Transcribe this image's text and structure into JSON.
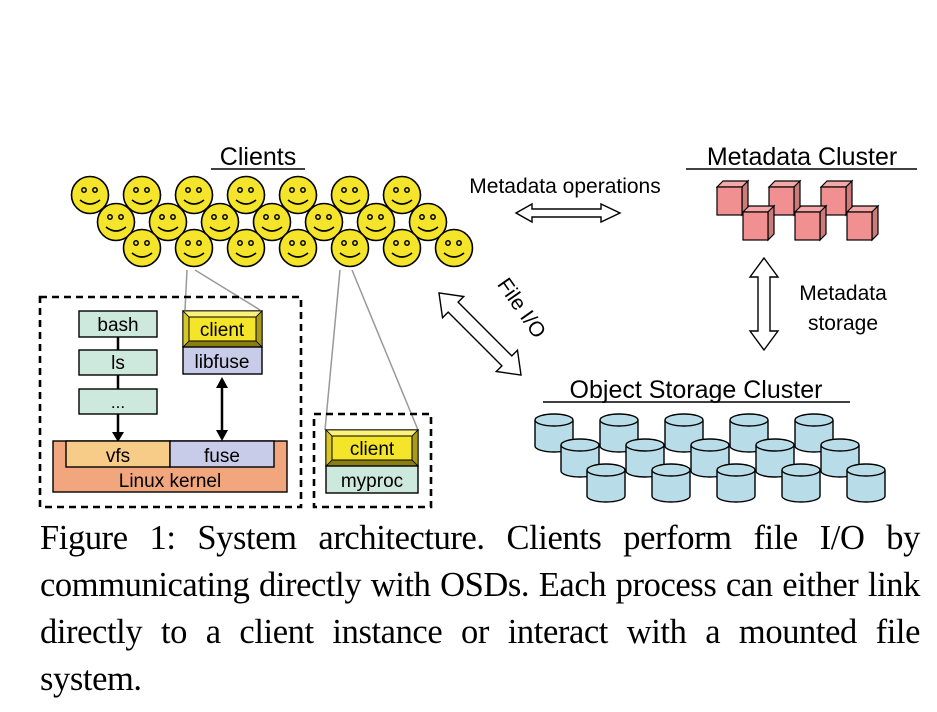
{
  "clients": {
    "title": "Clients",
    "face_color": "#f5e52a",
    "rows": [
      7,
      7,
      7
    ]
  },
  "metadata_cluster": {
    "title": "Metadata Cluster",
    "cube_color": "#f09090",
    "cube_count": 6
  },
  "object_storage_cluster": {
    "title": "Object Storage Cluster",
    "disk_color": "#b8dde8",
    "rows": [
      5,
      5,
      5
    ]
  },
  "arrows": {
    "metadata_operations": "Metadata operations",
    "file_io": "File I/O",
    "metadata_storage_line1": "Metadata",
    "metadata_storage_line2": "storage"
  },
  "host_box": {
    "bash": "bash",
    "ls": "ls",
    "ellipsis": "...",
    "client": "client",
    "libfuse": "libfuse",
    "vfs": "vfs",
    "fuse": "fuse",
    "kernel": "Linux kernel"
  },
  "proc_box": {
    "client": "client",
    "myproc": "myproc"
  },
  "colors": {
    "green_box": "#cde8dc",
    "lavender_box": "#c8cce8",
    "vfs_box": "#f7cc88",
    "kernel_box": "#f2a67e",
    "client_yellow": "#f5e52a"
  },
  "caption": "Figure 1: System architecture. Clients perform file I/O by communicating directly with OSDs. Each process can either link directly to a client instance or interact with a mounted file system."
}
